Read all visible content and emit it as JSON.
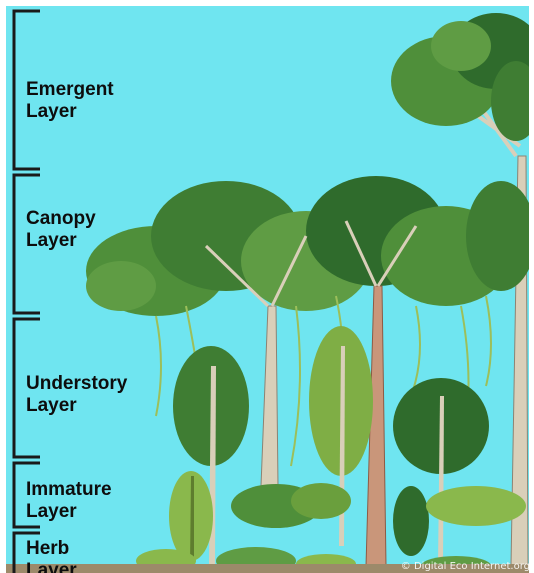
{
  "layers": [
    {
      "line1": "Emergent",
      "line2": "Layer"
    },
    {
      "line1": "Canopy",
      "line2": "Layer"
    },
    {
      "line1": "Understory",
      "line2": "Layer"
    },
    {
      "line1": "Immature",
      "line2": "Layer"
    },
    {
      "line1": "Herb",
      "line2": "Layer"
    }
  ],
  "credit": "© Digital Eco Internet.org",
  "colors": {
    "sky": "#6fe5f0",
    "bracket": "#1a1a1a",
    "foliage_dark": "#2f6b2c",
    "foliage_mid": "#4f8f3a",
    "foliage_light": "#8ab84c",
    "trunk": "#d9cfb9",
    "vine": "#9cbf5a"
  }
}
